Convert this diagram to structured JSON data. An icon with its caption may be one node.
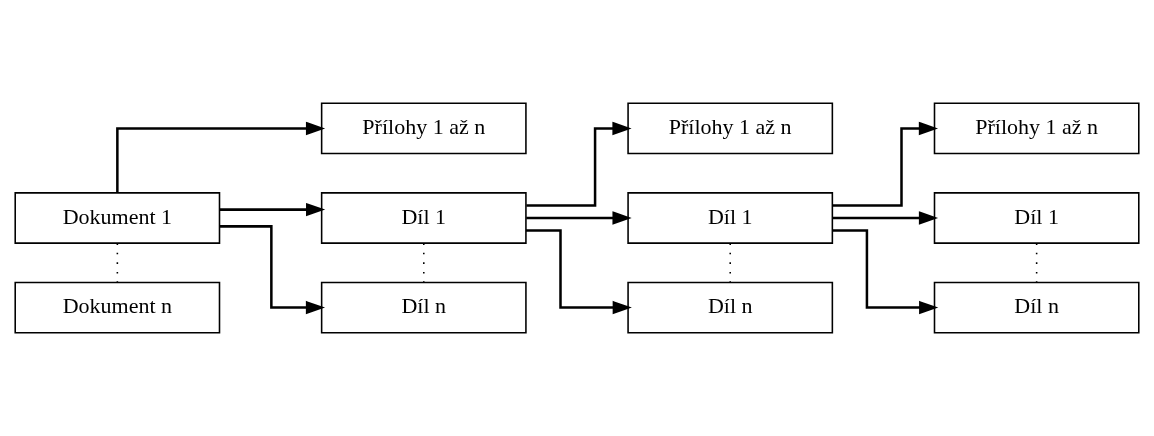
{
  "diagram": {
    "nodes": [
      {
        "text": [
          "Dokument 1"
        ]
      },
      {
        "text": [
          "Dokument n"
        ]
      },
      {
        "text": [
          "Přílohy 1 až n"
        ]
      },
      {
        "text": [
          "Díl 1"
        ]
      },
      {
        "text": [
          "Díl n"
        ]
      },
      {
        "text": [
          "Přílohy 1 až n"
        ]
      },
      {
        "text": [
          "Díl 1"
        ]
      },
      {
        "text": [
          "Díl n"
        ]
      },
      {
        "text": [
          "Přílohy 1 až n"
        ]
      },
      {
        "text": [
          "Díl 1"
        ]
      },
      {
        "text": [
          "Díl n"
        ]
      }
    ],
    "edges": [
      {
        "from": 0,
        "to": 2,
        "arrow": "to"
      },
      {
        "from": 0,
        "to": 3,
        "arrow": "to"
      },
      {
        "from": 0,
        "to": 4,
        "arrow": "to"
      },
      {
        "from": 0,
        "to": 1,
        "arrow": "none",
        "style": "dashed"
      },
      {
        "from": 3,
        "to": 5,
        "arrow": "to"
      },
      {
        "from": 3,
        "to": 6,
        "arrow": "to"
      },
      {
        "from": 3,
        "to": 7,
        "arrow": "to"
      },
      {
        "from": 3,
        "to": 4,
        "arrow": "none",
        "style": "dashed"
      },
      {
        "from": 6,
        "to": 8,
        "arrow": "to"
      },
      {
        "from": 6,
        "to": 9,
        "arrow": "to"
      },
      {
        "from": 6,
        "to": 10,
        "arrow": "to"
      },
      {
        "from": 6,
        "to": 7,
        "arrow": "none",
        "style": "dashed"
      },
      {
        "from": 9,
        "to": 10,
        "arrow": "none",
        "style": "dashed"
      }
    ]
  }
}
